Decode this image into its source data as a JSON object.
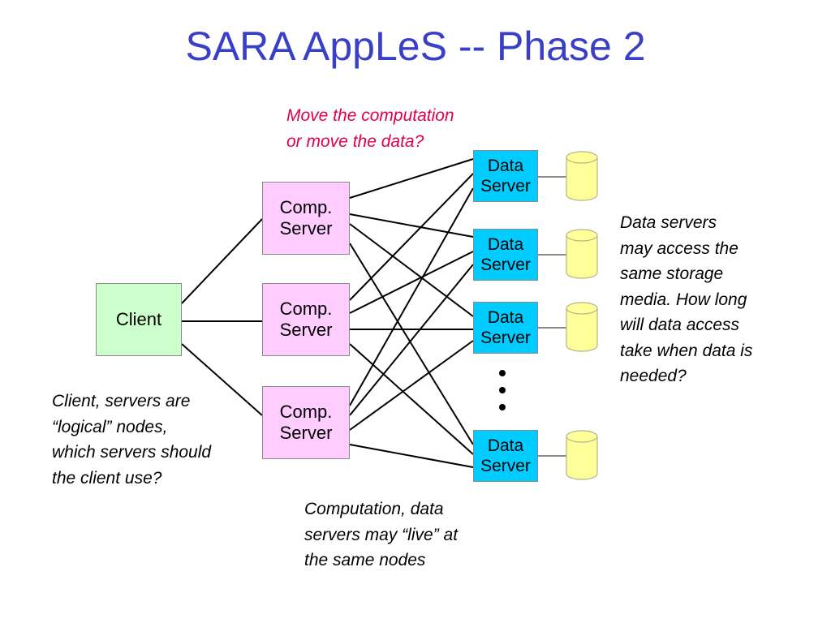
{
  "title": "SARA AppLeS -- Phase 2",
  "nodes": {
    "client": "Client",
    "comp_servers": [
      "Comp.\nServer",
      "Comp.\nServer",
      "Comp.\nServer"
    ],
    "data_servers": [
      "Data\nServer",
      "Data\nServer",
      "Data\nServer",
      "Data\nServer"
    ]
  },
  "notes": {
    "top": "Move the computation\nor move the data?",
    "right": "Data servers\nmay access the\nsame storage\nmedia. How long\nwill data access\ntake when data is\nneeded?",
    "left": "Client, servers are\n“logical” nodes,\nwhich servers should\nthe client use?",
    "bottom": "Computation, data\nservers may “live” at\nthe same nodes"
  },
  "colors": {
    "title": "#3a3fc8",
    "client": "#ccffcc",
    "comp_server": "#ffccff",
    "data_server": "#00ccff",
    "storage": "#ffff99",
    "question_note": "#e0004c"
  },
  "icons": [
    "storage-cylinder-icon",
    "ellipsis-icon"
  ]
}
